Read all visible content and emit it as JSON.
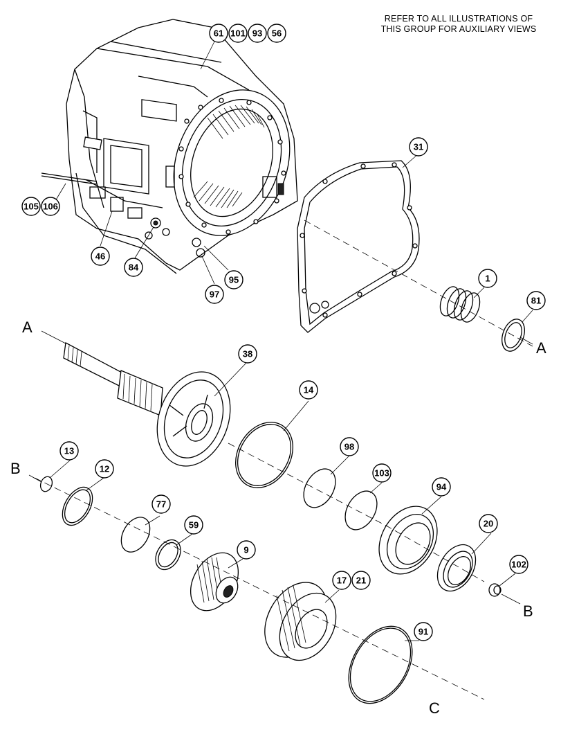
{
  "note": {
    "line1": "REFER TO ALL ILLUSTRATIONS OF",
    "line2": "THIS GROUP FOR AUXILIARY VIEWS"
  },
  "callouts": [
    "61",
    "101",
    "93",
    "56",
    "31",
    "105",
    "106",
    "46",
    "84",
    "97",
    "95",
    "1",
    "81",
    "38",
    "14",
    "98",
    "103",
    "94",
    "13",
    "12",
    "77",
    "59",
    "9",
    "17",
    "21",
    "20",
    "102",
    "91"
  ],
  "references": {
    "a_left": "A",
    "a_right": "A",
    "b_left": "B",
    "b_right": "B",
    "c": "C"
  }
}
